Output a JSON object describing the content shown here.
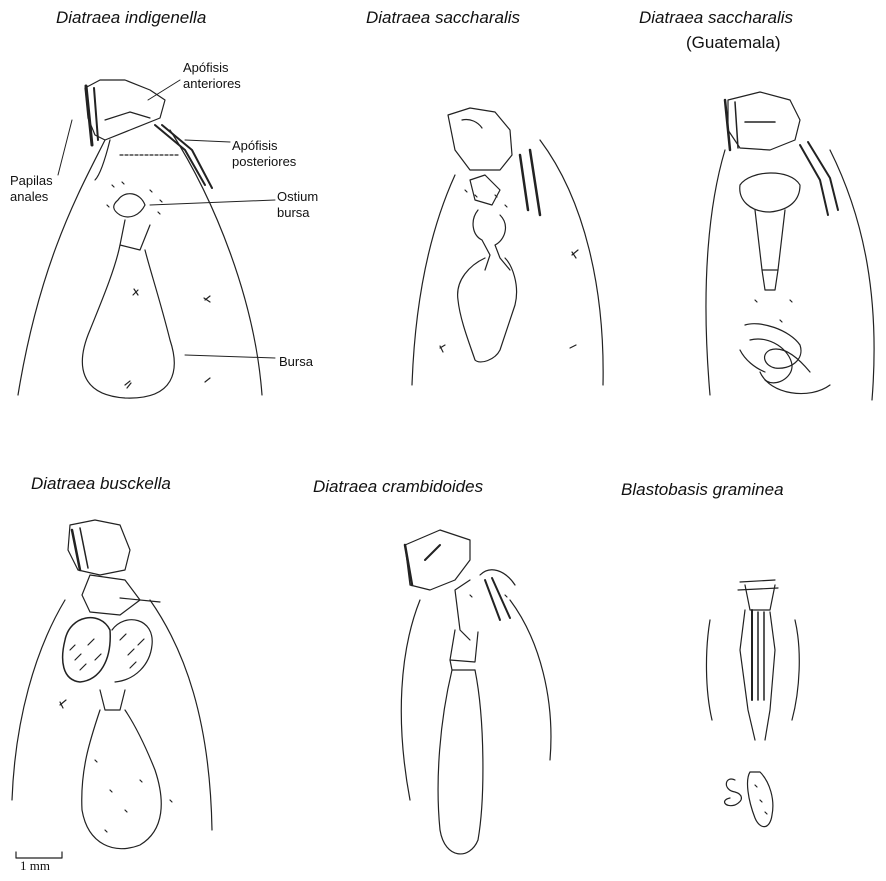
{
  "specimens": [
    {
      "title": "Diatraea indigenella"
    },
    {
      "title": "Diatraea saccharalis"
    },
    {
      "title": "Diatraea saccharalis",
      "subtitle": "(Guatemala)"
    },
    {
      "title": "Diatraea busckella"
    },
    {
      "title": "Diatraea crambidoides"
    },
    {
      "title": "Blastobasis graminea"
    }
  ],
  "labels": {
    "apofisis_anteriores_1": "Apófisis",
    "apofisis_anteriores_2": "anteriores",
    "apofisis_posteriores_1": "Apófisis",
    "apofisis_posteriores_2": "posteriores",
    "papilas_1": "Papilas",
    "papilas_2": "anales",
    "ostium_1": "Ostium",
    "ostium_2": "bursa",
    "bursa": "Bursa"
  },
  "scale_bar": {
    "label": "1 mm"
  }
}
